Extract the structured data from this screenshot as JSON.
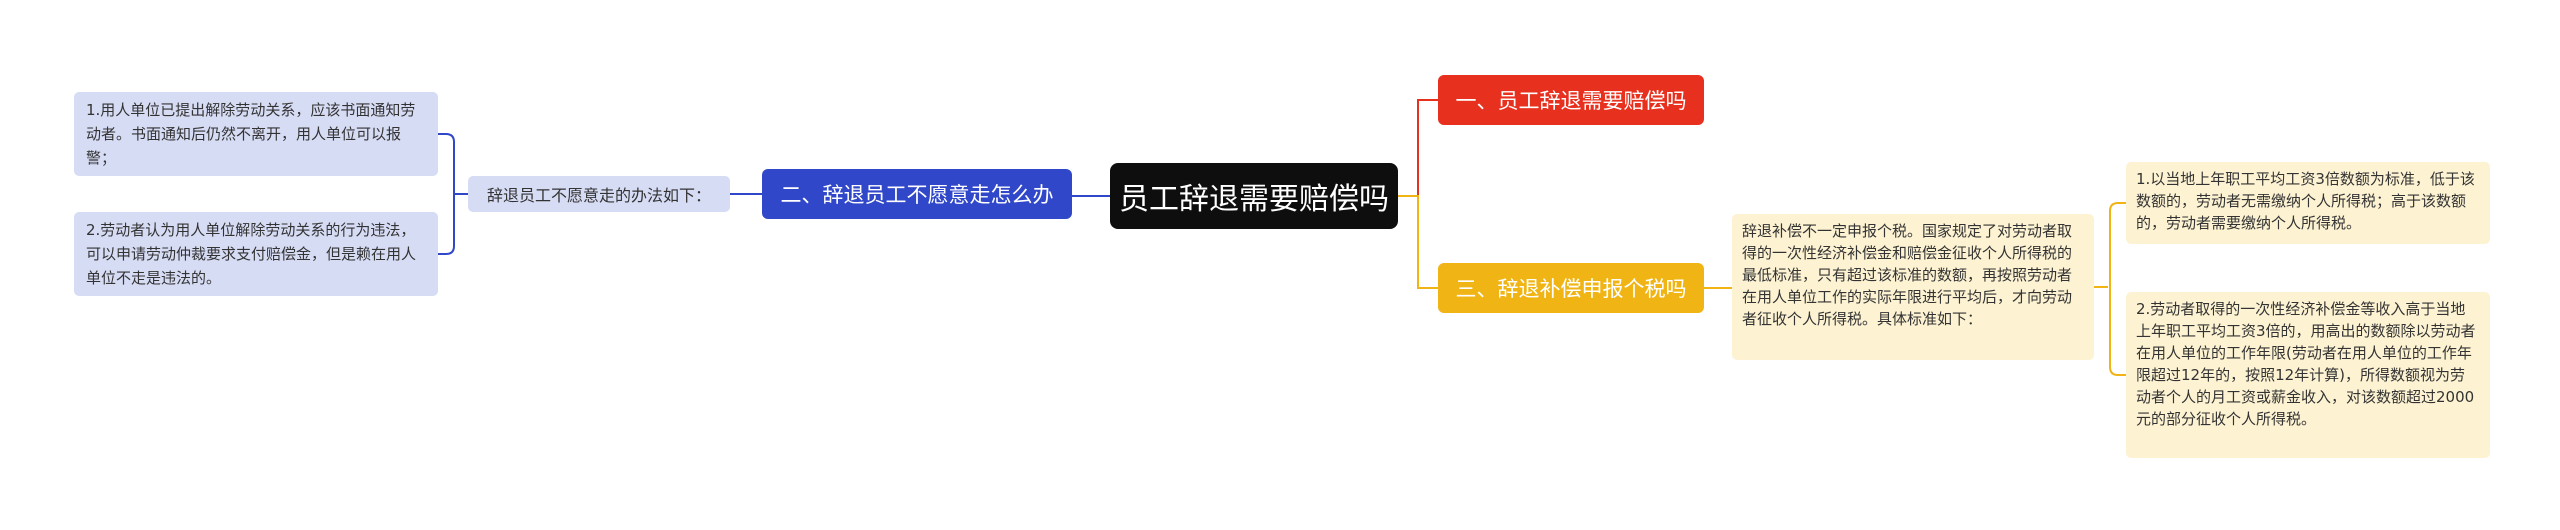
{
  "root": {
    "label": "员工辞退需要赔偿吗"
  },
  "branch1": {
    "label": "一、员工辞退需要赔偿吗"
  },
  "branch2": {
    "label": "二、辞退员工不愿意走怎么办",
    "sub": "辞退员工不愿意走的办法如下：",
    "leaves": [
      "1.用人单位已提出解除劳动关系，应该书面通知劳动者。书面通知后仍然不离开，用人单位可以报警；",
      "2.劳动者认为用人单位解除劳动关系的行为违法，可以申请劳动仲裁要求支付赔偿金，但是赖在用人单位不走是违法的。"
    ]
  },
  "branch3": {
    "label": "三、辞退补偿申报个税吗",
    "sub": "辞退补偿不一定申报个税。国家规定了对劳动者取得的一次性经济补偿金和赔偿金征收个人所得税的最低标准，只有超过该标准的数额，再按照劳动者在用人单位工作的实际年限进行平均后，才向劳动者征收个人所得税。具体标准如下：",
    "leaves": [
      "1.以当地上年职工平均工资3倍数额为标准，低于该数额的，劳动者无需缴纳个人所得税；高于该数额的，劳动者需要缴纳个人所得税。",
      "2.劳动者取得的一次性经济补偿金等收入高于当地上年职工平均工资3倍的，用高出的数额除以劳动者在用人单位的工作年限(劳动者在用人单位的工作年限超过12年的，按照12年计算)，所得数额视为劳动者个人的月工资或薪金收入，对该数额超过2000元的部分征收个人所得税。"
    ]
  },
  "colors": {
    "root": "#0e0e0e",
    "branch1": "#e8301e",
    "branch2": "#2f47c8",
    "branch3": "#f0b414",
    "blue_leaf": "#d7dcf5",
    "yellow_leaf": "#fdf3d3"
  }
}
